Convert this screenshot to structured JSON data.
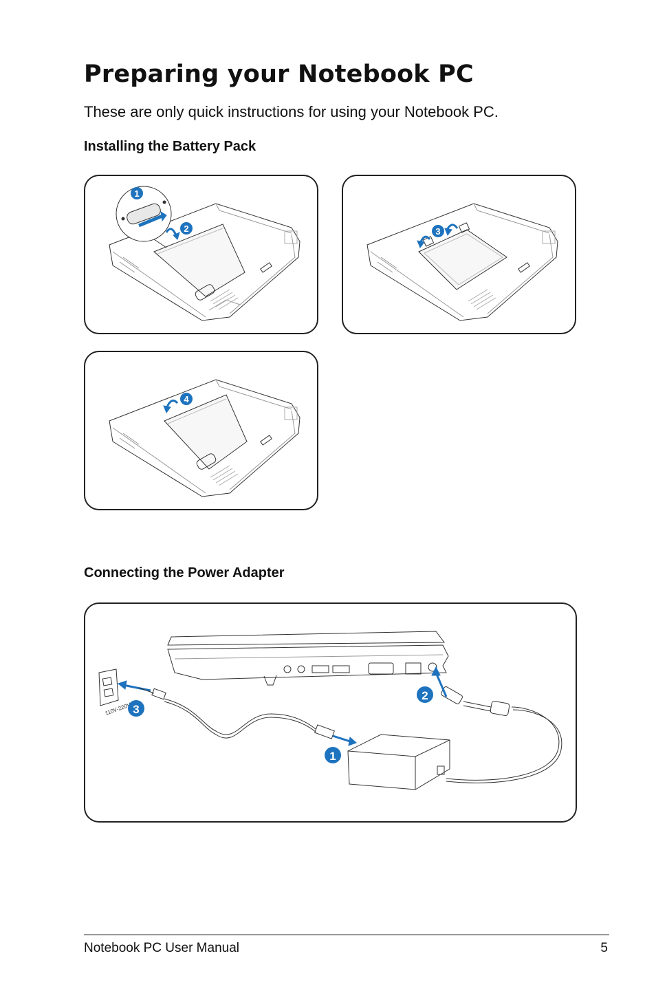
{
  "page": {
    "title": "Preparing your Notebook PC",
    "intro": "These are only quick instructions for using your Notebook PC."
  },
  "battery_section": {
    "heading": "Installing the Battery Pack",
    "steps": [
      "1",
      "2",
      "3",
      "4"
    ]
  },
  "power_section": {
    "heading": "Connecting the Power Adapter",
    "steps": [
      "1",
      "2",
      "3"
    ],
    "outlet_label": "110V-220V"
  },
  "colors": {
    "accent": "#1e73be",
    "line": "#333333",
    "light_line": "#888888"
  },
  "footer": {
    "manual_title": "Notebook PC User Manual",
    "page_number": "5"
  }
}
